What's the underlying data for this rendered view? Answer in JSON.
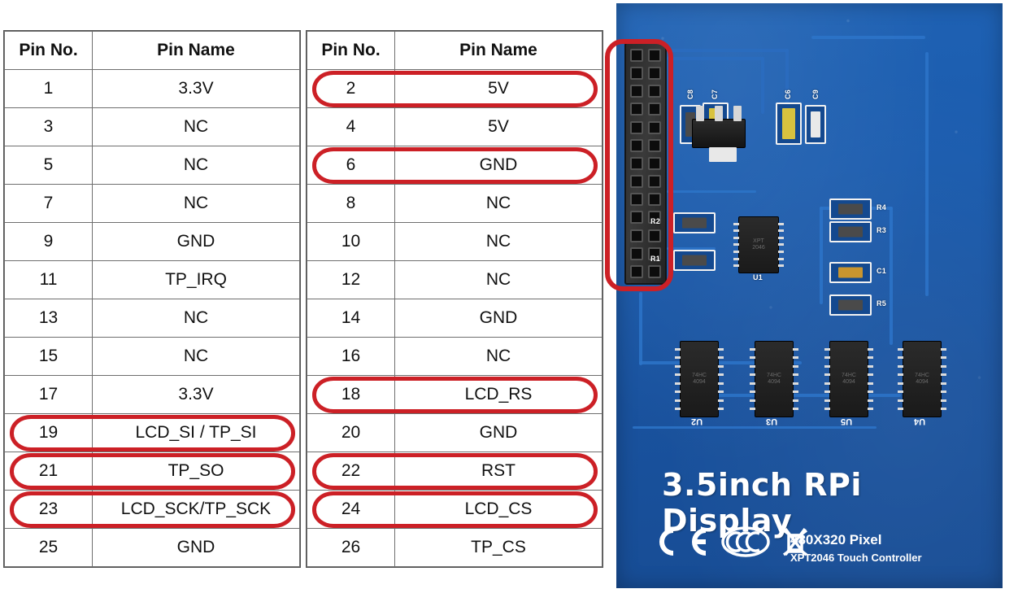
{
  "tables": {
    "columns": [
      "Pin No.",
      "Pin Name"
    ],
    "left": {
      "rows": [
        {
          "no": "1",
          "name": "3.3V",
          "highlight": false
        },
        {
          "no": "3",
          "name": "NC",
          "highlight": false
        },
        {
          "no": "5",
          "name": "NC",
          "highlight": false
        },
        {
          "no": "7",
          "name": "NC",
          "highlight": false
        },
        {
          "no": "9",
          "name": "GND",
          "highlight": false
        },
        {
          "no": "11",
          "name": "TP_IRQ",
          "highlight": false
        },
        {
          "no": "13",
          "name": "NC",
          "highlight": false
        },
        {
          "no": "15",
          "name": "NC",
          "highlight": false
        },
        {
          "no": "17",
          "name": "3.3V",
          "highlight": false
        },
        {
          "no": "19",
          "name": "LCD_SI / TP_SI",
          "highlight": true
        },
        {
          "no": "21",
          "name": "TP_SO",
          "highlight": true
        },
        {
          "no": "23",
          "name": "LCD_SCK/TP_SCK",
          "highlight": true
        },
        {
          "no": "25",
          "name": "GND",
          "highlight": false
        }
      ]
    },
    "right": {
      "rows": [
        {
          "no": "2",
          "name": "5V",
          "highlight": true
        },
        {
          "no": "4",
          "name": "5V",
          "highlight": false
        },
        {
          "no": "6",
          "name": "GND",
          "highlight": true
        },
        {
          "no": "8",
          "name": "NC",
          "highlight": false
        },
        {
          "no": "10",
          "name": "NC",
          "highlight": false
        },
        {
          "no": "12",
          "name": "NC",
          "highlight": false
        },
        {
          "no": "14",
          "name": "GND",
          "highlight": false
        },
        {
          "no": "16",
          "name": "NC",
          "highlight": false
        },
        {
          "no": "18",
          "name": "LCD_RS",
          "highlight": true
        },
        {
          "no": "20",
          "name": "GND",
          "highlight": false
        },
        {
          "no": "22",
          "name": "RST",
          "highlight": true
        },
        {
          "no": "24",
          "name": "LCD_CS",
          "highlight": true
        },
        {
          "no": "26",
          "name": "TP_CS",
          "highlight": false
        }
      ]
    }
  },
  "pcb": {
    "board_color": "#1b5cae",
    "silk_color": "#ffffff",
    "title": "3.5inch RPi Display",
    "spec_resolution": "480X320 Pixel",
    "spec_controller": "XPT2046 Touch Controller",
    "certifications": [
      "CE",
      "CCC",
      "WEEE"
    ],
    "connector": {
      "name": "26-pin GPIO header",
      "rows": 13,
      "columns": 2,
      "pin_count": 26
    },
    "component_labels": {
      "ics": [
        "U2",
        "U3",
        "U5",
        "U4"
      ],
      "small_ic": "U1",
      "resistors": [
        "R1",
        "R2",
        "R3",
        "R4",
        "R5"
      ],
      "capacitors": [
        "C1"
      ]
    }
  },
  "annotations": {
    "highlight_color": "#cc2026",
    "header_box_label": "26-pin header highlight"
  }
}
